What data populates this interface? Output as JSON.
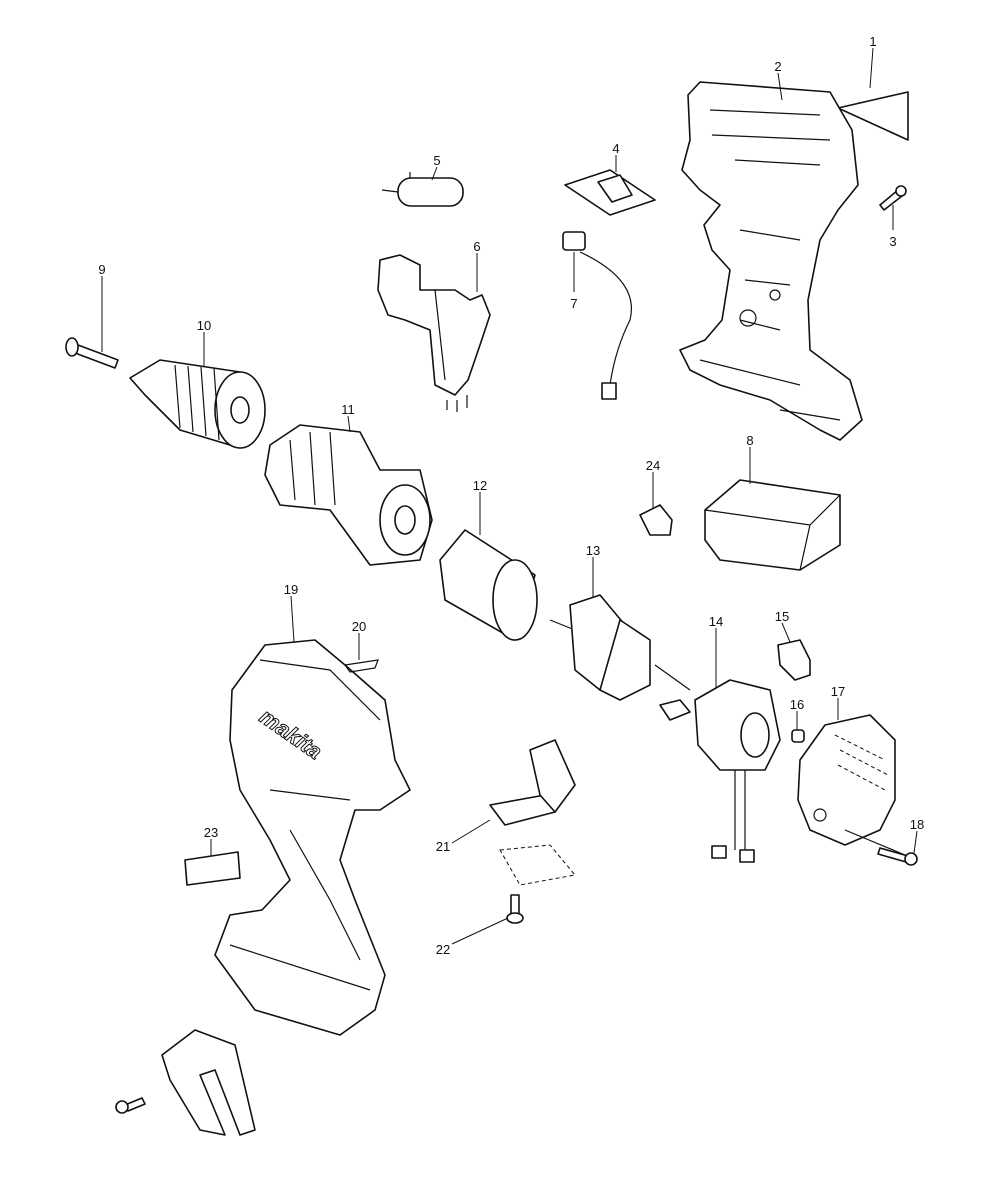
{
  "diagram": {
    "title": "",
    "callouts": {
      "c1": "1",
      "c2": "2",
      "c3": "3",
      "c4": "4",
      "c5": "5",
      "c6": "6",
      "c7": "7",
      "c8": "8",
      "c9": "9",
      "c10": "10",
      "c11": "11",
      "c12": "12",
      "c13": "13",
      "c14": "14",
      "c15": "15",
      "c16": "16",
      "c17": "17",
      "c18": "18",
      "c19": "19",
      "c20": "20",
      "c21": "21",
      "c22": "22",
      "c23": "23",
      "c24": "24"
    },
    "logo_text": "makita",
    "line_color": "#111111",
    "background": "#ffffff"
  }
}
